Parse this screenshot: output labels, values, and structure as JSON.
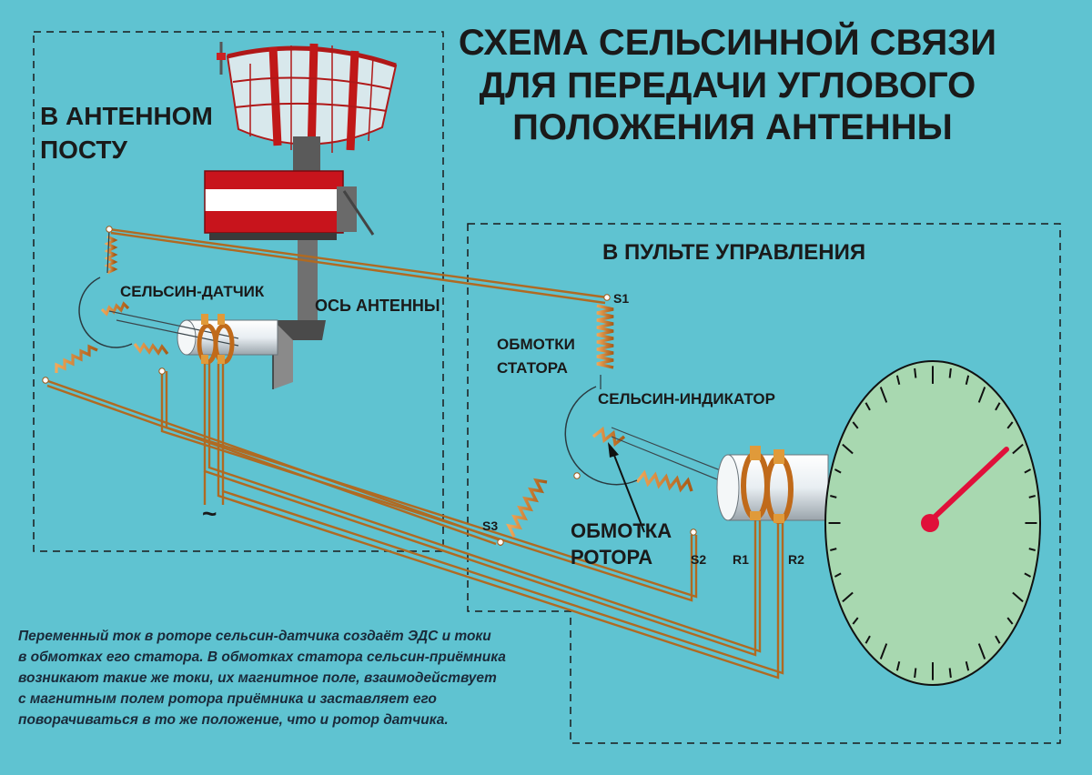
{
  "title": {
    "lines": [
      "СХЕМА СЕЛЬСИННОЙ СВЯЗИ",
      "ДЛЯ ПЕРЕДАЧИ УГЛОВОГО",
      "ПОЛОЖЕНИЯ АНТЕННЫ"
    ]
  },
  "zones": {
    "antenna_post": [
      "В АНТЕННОМ",
      "ПОСТУ"
    ],
    "control_panel": "В ПУЛЬТЕ УПРАВЛЕНИЯ"
  },
  "labels": {
    "transmitter": "СЕЛЬСИН-ДАТЧИК",
    "antenna_axis": "ОСЬ АНТЕННЫ",
    "stator_windings": [
      "ОБМОТКИ",
      "СТАТОРА"
    ],
    "receiver": "СЕЛЬСИН-ИНДИКАТОР",
    "rotor_winding": [
      "ОБМОТКА",
      "РОТОРА"
    ],
    "ac_symbol": "~"
  },
  "terminals": {
    "s1": "S1",
    "s2": "S2",
    "s3": "S3",
    "r1": "R1",
    "r2": "R2"
  },
  "caption": [
    "Переменный ток в роторе сельсин-датчика создаёт ЭДС и токи",
    "в обмотках его статора. В обмотках статора сельсин-приёмника",
    "возникают такие же токи, их магнитное поле, взаимодействует",
    "с магнитным полем ротора приёмника и заставляет его",
    "поворачиваться в то же положение, что и ротор датчика."
  ],
  "colors": {
    "background": "#5fc3d1",
    "wire": "#c87d2c",
    "dial": "#a8d8b0",
    "needle": "#e0103a"
  }
}
